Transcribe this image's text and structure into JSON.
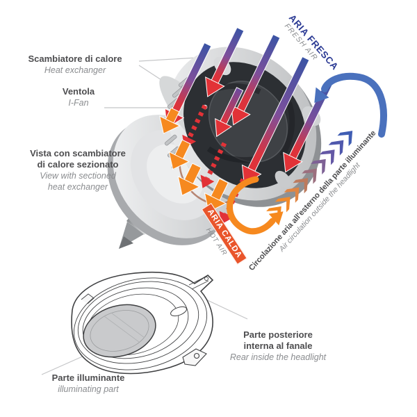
{
  "labels": {
    "heat_exchanger": {
      "it": "Scambiatore di calore",
      "en": "Heat exchanger"
    },
    "fan": {
      "it": "Ventola",
      "en": "I-Fan"
    },
    "sectioned_view": {
      "it1": "Vista con scambiatore",
      "it2": "di calore sezionato",
      "en1": "View with sectioned",
      "en2": "heat exchanger"
    },
    "fresh_air": {
      "it": "ARIA FRESCA",
      "en": "FRESH AIR"
    },
    "hot_air": {
      "it": "ARIA CALDA",
      "en": "HOT AIR"
    },
    "circulation": {
      "it": "Circolazione aria all'esterno della parte illuminante",
      "en": "Air circulation outside the headlight"
    },
    "rear_headlight": {
      "it1": "Parte posteriore",
      "it2": "interna al fanale",
      "en": "Rear inside the headlight"
    },
    "illuminating_part": {
      "it": "Parte illuminante",
      "en": "illuminating part"
    }
  },
  "colors": {
    "fresh_air_text_blue": "#2b3a94",
    "hot_air_ribbon_orange": "#e9552b",
    "arrow_blue": "#3b54a5",
    "arrow_purple": "#7d4f9b",
    "arrow_red": "#e23237",
    "arrow_orange": "#f6891f",
    "curved_return_blue": "#4a71bd",
    "label_dark": "#4d4d4f",
    "label_gray": "#8a8c8f",
    "leader_line": "#c4c5c7",
    "chevron_gradient": [
      "#f6891f",
      "#f28a2a",
      "#e08543",
      "#bd7a5d",
      "#9c6f7e",
      "#7e6195",
      "#6458a5",
      "#4f58ad",
      "#3f5db3"
    ]
  }
}
